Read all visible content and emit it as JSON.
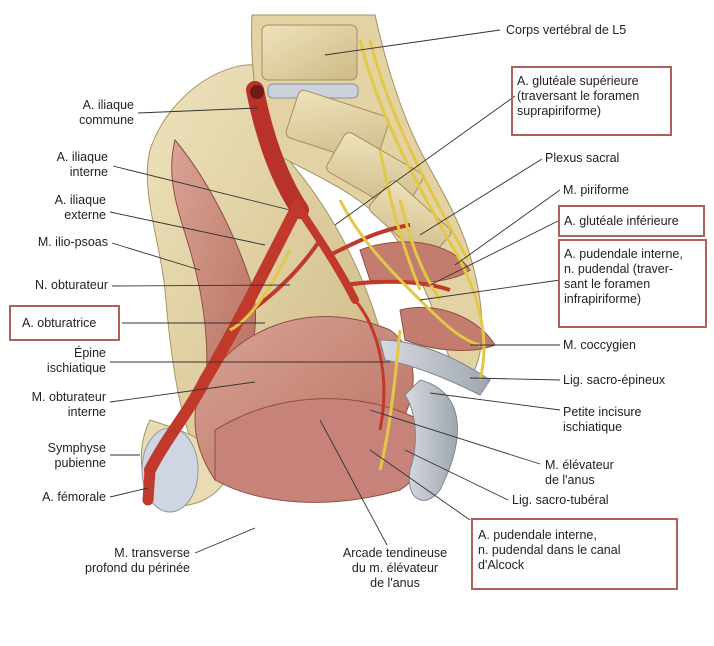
{
  "labels": {
    "l5": "Corps vertébral de L5",
    "glut_sup": "A. glutéale supérieure\n(traversant le foramen\nsuprapiriforme)",
    "iliaque_commune": "A. iliaque\ncommune",
    "iliaque_interne": "A. iliaque\ninterne",
    "iliaque_externe": "A. iliaque\nexterne",
    "ilio_psoas": "M. ilio-psoas",
    "n_obturateur": "N. obturateur",
    "a_obturatrice": "A. obturatrice",
    "epine": "Épine\nischiatique",
    "m_obt_interne": "M. obturateur\ninterne",
    "symphyse": "Symphyse\npubienne",
    "femorale": "A. fémorale",
    "transverse": "M. transverse\nprofond du périnée",
    "plexus": "Plexus sacral",
    "piriforme": "M. piriforme",
    "glut_inf": "A. glutéale inférieure",
    "pudendale_int": "A. pudendale interne,\nn. pudendal (traver-\nsant le foramen\ninfrapiriforme)",
    "coccygien": "M. coccygien",
    "sacro_epineux": "Lig. sacro-épineux",
    "incisure": "Petite incisure\nischiatique",
    "elevateur": "M. élévateur\nde l'anus",
    "sacro_tuberal": "Lig. sacro-tubéral",
    "pudendale_canal": "A. pudendale interne,\nn. pudendal dans le canal\nd'Alcock",
    "arcade": "Arcade tendineuse\ndu m. élévateur\nde l'anus"
  },
  "colors": {
    "highlight_box": "#b0605a",
    "artery": "#c0392b",
    "muscle": "#c98a7a",
    "bone": "#e6d6ac",
    "nerve": "#e8cf55",
    "ligament": "#c9cdd3",
    "leader_line": "#333333"
  }
}
